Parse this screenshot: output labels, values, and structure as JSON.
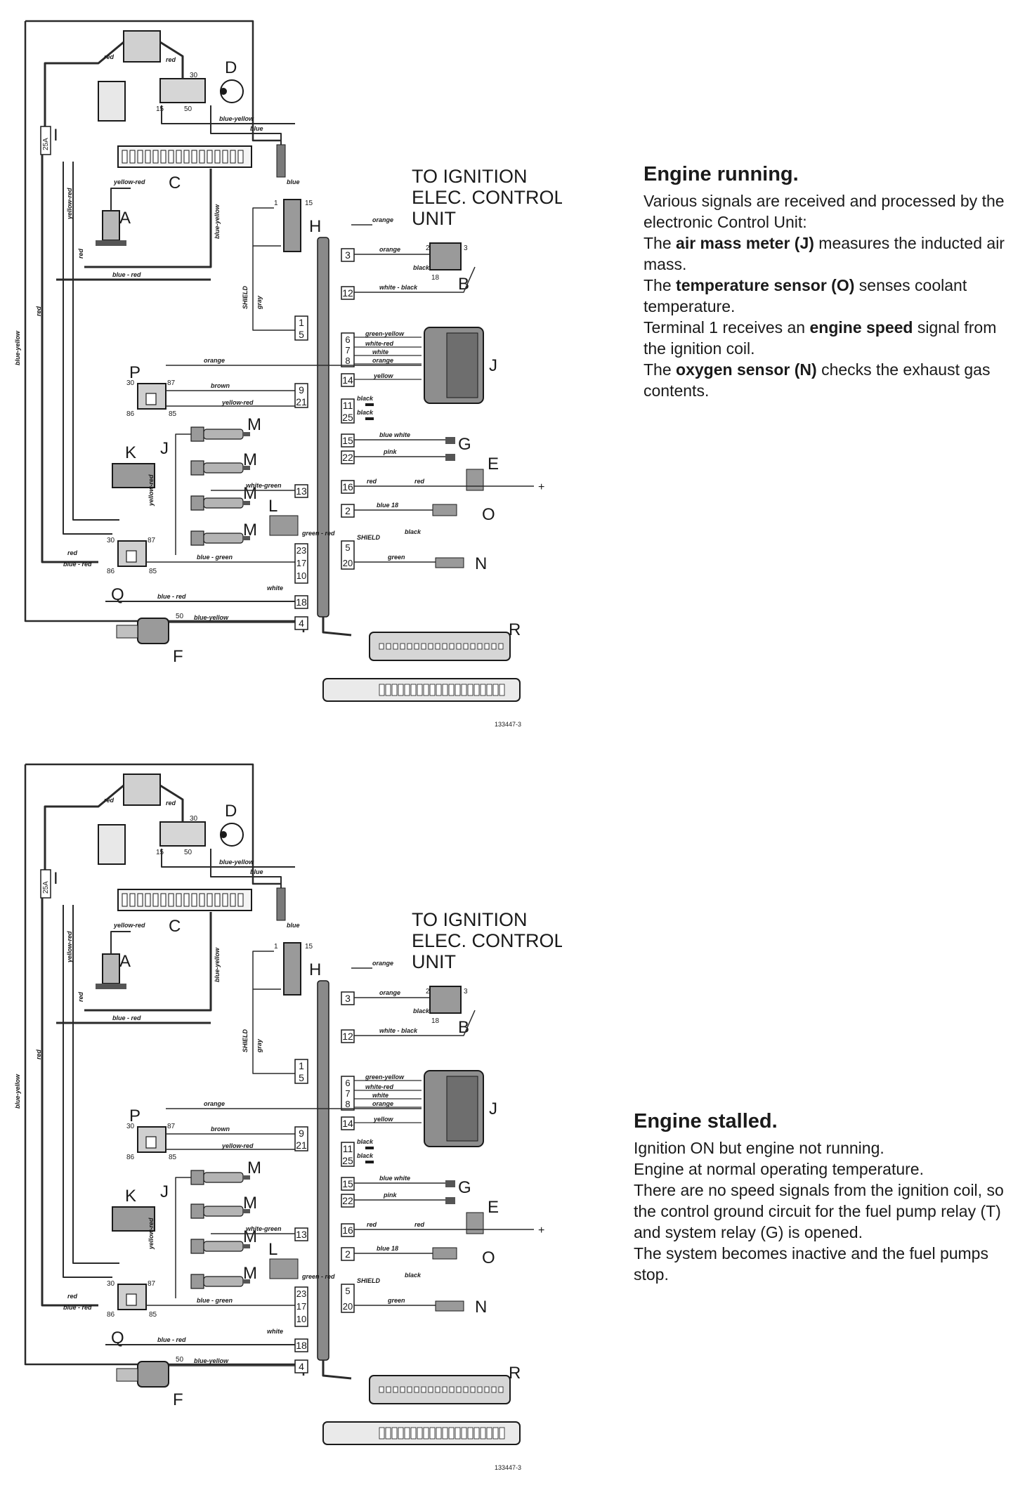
{
  "diagrams": [
    {
      "ignition_label": [
        "TO IGNITION",
        "ELEC. CONTROL",
        "UNIT"
      ],
      "figure_number": "133447-3"
    },
    {
      "ignition_label": [
        "TO IGNITION",
        "ELEC. CONTROL",
        "UNIT"
      ],
      "figure_number": "133447-3"
    }
  ],
  "component_letters": [
    "A",
    "B",
    "C",
    "D",
    "E",
    "F",
    "G",
    "H",
    "I",
    "J",
    "K",
    "L",
    "M",
    "N",
    "O",
    "P",
    "Q",
    "R"
  ],
  "wire_labels": {
    "red": "red",
    "blue_yellow": "blue-yellow",
    "blue": "blue",
    "yellow_red": "yellow-red",
    "blue_red": "blue - red",
    "orange": "orange",
    "white_black": "white - black",
    "shield": "SHIELD",
    "gray": "gray",
    "green_yellow": "green-yellow",
    "white_red": "white-red",
    "white": "white",
    "yellow": "yellow",
    "brown": "brown",
    "black": "black",
    "blue_white": "blue white",
    "pink": "pink",
    "white_green": "white-green",
    "blue_18": "blue 18",
    "green_red": "green - red",
    "green": "green",
    "blue_green": "blue - green",
    "fuse": "25A"
  },
  "terminal_numbers": [
    "3",
    "12",
    "1",
    "5",
    "6",
    "7",
    "8",
    "14",
    "9",
    "21",
    "11",
    "25",
    "15",
    "22",
    "13",
    "16",
    "2",
    "23",
    "17",
    "10",
    "18",
    "4",
    "20"
  ],
  "relay_pins": [
    "30",
    "87",
    "86",
    "85"
  ],
  "engine_running": {
    "title": "Engine running.",
    "lines": [
      [
        {
          "t": "Various signals are received and processed by the electronic Control Unit:",
          "b": false
        }
      ],
      [
        {
          "t": "The ",
          "b": false
        },
        {
          "t": "air mass meter (J)",
          "b": true
        },
        {
          "t": " measures the inducted air mass.",
          "b": false
        }
      ],
      [
        {
          "t": "The ",
          "b": false
        },
        {
          "t": "temperature sensor (O)",
          "b": true
        },
        {
          "t": " senses coolant temperature.",
          "b": false
        }
      ],
      [
        {
          "t": "Terminal 1 receives an ",
          "b": false
        },
        {
          "t": "engine speed",
          "b": true
        },
        {
          "t": " signal from the ignition coil.",
          "b": false
        }
      ],
      [
        {
          "t": "The ",
          "b": false
        },
        {
          "t": "oxygen sensor (N)",
          "b": true
        },
        {
          "t": " checks the exhaust gas contents.",
          "b": false
        }
      ]
    ]
  },
  "engine_stalled": {
    "title": "Engine stalled.",
    "lines": [
      "Ignition ON but engine not running.",
      "Engine at normal operating temperature.",
      "There are no speed signals from the ignition coil, so the control ground circuit for the fuel pump relay (T) and system relay (G) is opened.",
      "The system becomes inactive and the fuel pumps stop."
    ]
  }
}
